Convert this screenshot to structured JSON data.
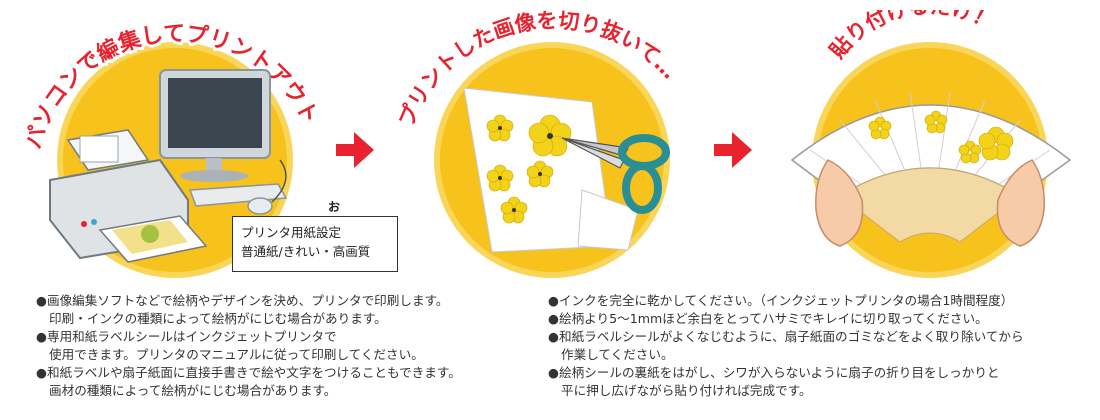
{
  "step1": {
    "title": "パソコンで編集してプリントアウト",
    "recommend_label": "おすすめ",
    "recommend_lines": [
      "プリンタ用紙設定",
      "普通紙/きれい・高画質"
    ]
  },
  "step2": {
    "title": "プリントした画像を切り抜いて…"
  },
  "step3": {
    "title": "貼り付けるだけ！"
  },
  "notes_left": [
    "●画像編集ソフトなどで絵柄やデザインを決め、プリンタで印刷します。",
    "印刷・インクの種類によって絵柄がにじむ場合があります。",
    "●専用和紙ラベルシールはインクジェットプリンタで",
    "使用できます。プリンタのマニュアルに従って印刷してください。",
    "●和紙ラベルや扇子紙面に直接手書きで絵や文字をつけることもできます。",
    "画材の種類によって絵柄がにじむ場合があります。"
  ],
  "notes_right": [
    "●インクを完全に乾かしてください。（インクジェットプリンタの場合1時間程度）",
    "●絵柄より5～1mmほど余白をとってハサミでキレイに切り取ってください。",
    "●和紙ラベルシールがよくなじむように、扇子紙面のゴミなどをよく取り除いてから",
    "作業してください。",
    "●絵柄シールの裏紙をはがし、シワが入らないように扇子の折り目をしっかりと",
    "平に押し広げながら貼り付ければ完成です。"
  ],
  "colors": {
    "circle": "#f7c21b",
    "circle_edge": "#f9d65a",
    "title_red": "#e8232f",
    "arrow_red": "#e8232f",
    "flower": "#f3d21a"
  }
}
